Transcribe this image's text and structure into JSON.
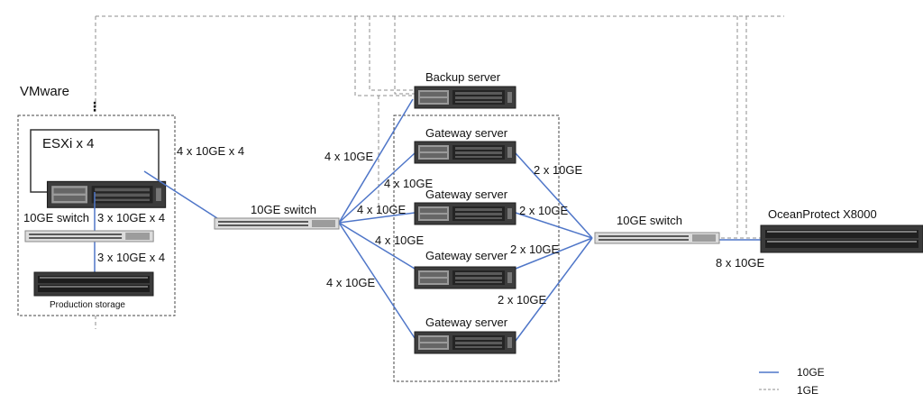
{
  "colors": {
    "link_10ge": "#4f76c8",
    "link_1ge": "#8c8c8c"
  },
  "vmware": {
    "title": "VMware",
    "esxi_label": "ESXi x 4",
    "switch_label": "10GE switch",
    "esxi_switch_link": "3 x 10GE x 4",
    "switch_storage_link": "3 x 10GE x 4",
    "storage_label": "Production storage"
  },
  "links": {
    "esxi_to_core": "4 x 10GE x 4",
    "core_to_backup": "4 x 10GE",
    "core_to_gw1": "4 x 10GE",
    "core_to_gw2": "4 x 10GE",
    "core_to_gw3": "4 x 10GE",
    "core_to_gw4": "4 x 10GE",
    "gw1_to_sw2": "2 x 10GE",
    "gw2_to_sw2": "2 x 10GE",
    "gw3_to_sw2": "2 x 10GE",
    "gw4_to_sw2": "2 x 10GE",
    "sw2_to_storage": "8 x 10GE"
  },
  "nodes": {
    "core_switch": "10GE switch",
    "backup_server": "Backup server",
    "gateway_1": "Gateway server",
    "gateway_2": "Gateway server",
    "gateway_3": "Gateway server",
    "gateway_4": "Gateway server",
    "storage_switch": "10GE switch",
    "oceanprotect": "OceanProtect X8000"
  },
  "legend": {
    "solid": "10GE",
    "dashed": "1GE"
  }
}
